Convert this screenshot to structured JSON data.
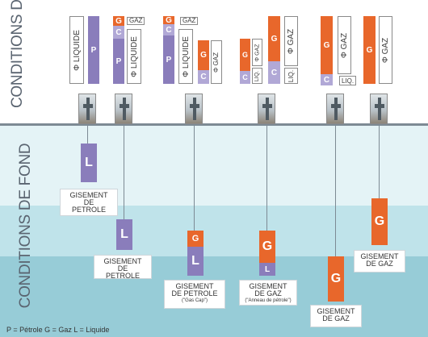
{
  "sections": {
    "surface": "CONDITIONS DE SURFACE",
    "deep": "CONDITIONS DE FOND"
  },
  "symbols": {
    "liquid": "Φ LIQUIDE",
    "gas": "Φ GAZ",
    "liq_short": "LIQ.",
    "gaz_short": "GAZ",
    "P": "P",
    "G": "G",
    "C": "C",
    "L": "L"
  },
  "reservoirs": [
    {
      "line1": "GISEMENT",
      "line2": "DE",
      "line3": "PETROLE",
      "note": ""
    },
    {
      "line1": "GISEMENT",
      "line2": "DE",
      "line3": "PETROLE",
      "note": ""
    },
    {
      "line1": "GISEMENT",
      "line2": "DE PETROLE",
      "line3": "",
      "note": "(\"Gas Cap\")"
    },
    {
      "line1": "GISEMENT",
      "line2": "DE GAZ",
      "line3": "",
      "note": "(\"Anneau de pétrole\")"
    },
    {
      "line1": "GISEMENT",
      "line2": "DE GAZ",
      "line3": "",
      "note": ""
    },
    {
      "line1": "GISEMENT",
      "line2": "DE GAZ",
      "line3": "",
      "note": ""
    }
  ],
  "legend": "P = Pétrole     G = Gaz     L = Liquide",
  "colors": {
    "petrole": "#8a7dbb",
    "condensat": "#b1a8d6",
    "gaz": "#e8672b"
  }
}
